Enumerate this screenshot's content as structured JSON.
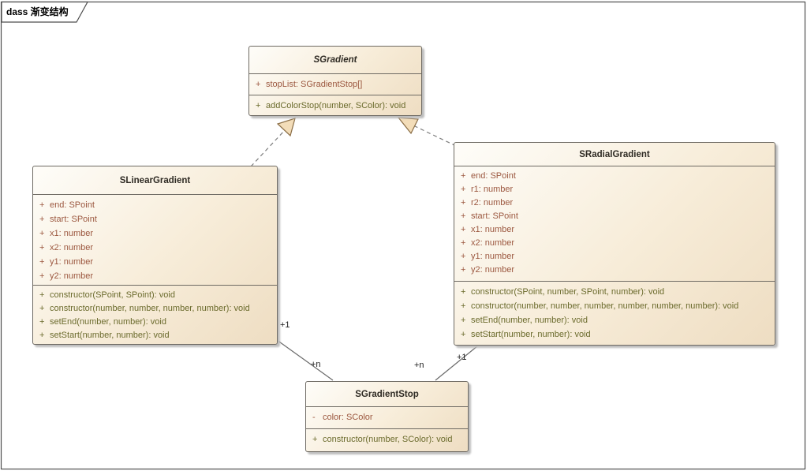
{
  "frame": {
    "label": "dass 渐变结构"
  },
  "colors": {
    "class_fill_light": "#fefdf9",
    "class_fill_dark": "#eeddc2",
    "class_border": "#6e6a63",
    "title_text": "#2f2b24",
    "attribute_text": "#9c5840",
    "method_text": "#6b6b2d",
    "connector_line": "#7d7d7d",
    "arrowhead_fill": "#f3ddb9",
    "arrowhead_border": "#8a6d45",
    "multiplicity_text": "#1a1a1a"
  },
  "classes": {
    "sgradient": {
      "name": "SGradient",
      "attributes": [
        {
          "vis": "+",
          "text": "stopList: SGradientStop[]"
        }
      ],
      "methods": [
        {
          "vis": "+",
          "text": "addColorStop(number, SColor): void"
        }
      ]
    },
    "slinear": {
      "name": "SLinearGradient",
      "attributes": [
        {
          "vis": "+",
          "text": "end: SPoint"
        },
        {
          "vis": "+",
          "text": "start: SPoint"
        },
        {
          "vis": "+",
          "text": "x1: number"
        },
        {
          "vis": "+",
          "text": "x2: number"
        },
        {
          "vis": "+",
          "text": "y1: number"
        },
        {
          "vis": "+",
          "text": "y2: number"
        }
      ],
      "methods": [
        {
          "vis": "+",
          "text": "constructor(SPoint, SPoint): void"
        },
        {
          "vis": "+",
          "text": "constructor(number, number, number, number): void"
        },
        {
          "vis": "+",
          "text": "setEnd(number, number): void"
        },
        {
          "vis": "+",
          "text": "setStart(number, number): void"
        }
      ]
    },
    "sradial": {
      "name": "SRadialGradient",
      "attributes": [
        {
          "vis": "+",
          "text": "end: SPoint"
        },
        {
          "vis": "+",
          "text": "r1: number"
        },
        {
          "vis": "+",
          "text": "r2: number"
        },
        {
          "vis": "+",
          "text": "start: SPoint"
        },
        {
          "vis": "+",
          "text": "x1: number"
        },
        {
          "vis": "+",
          "text": "x2: number"
        },
        {
          "vis": "+",
          "text": "y1: number"
        },
        {
          "vis": "+",
          "text": "y2: number"
        }
      ],
      "methods": [
        {
          "vis": "+",
          "text": "constructor(SPoint, number, SPoint, number): void"
        },
        {
          "vis": "+",
          "text": "constructor(number, number, number, number, number, number): void"
        },
        {
          "vis": "+",
          "text": "setEnd(number, number): void"
        },
        {
          "vis": "+",
          "text": "setStart(number, number): void"
        }
      ]
    },
    "sstop": {
      "name": "SGradientStop",
      "attributes": [
        {
          "vis": "-",
          "text": "color: SColor"
        }
      ],
      "methods": [
        {
          "vis": "+",
          "text": "constructor(number, SColor): void"
        }
      ]
    }
  },
  "multiplicities": {
    "linear_source": "+1",
    "linear_target": "+n",
    "radial_source": "+1",
    "radial_target": "+n"
  }
}
